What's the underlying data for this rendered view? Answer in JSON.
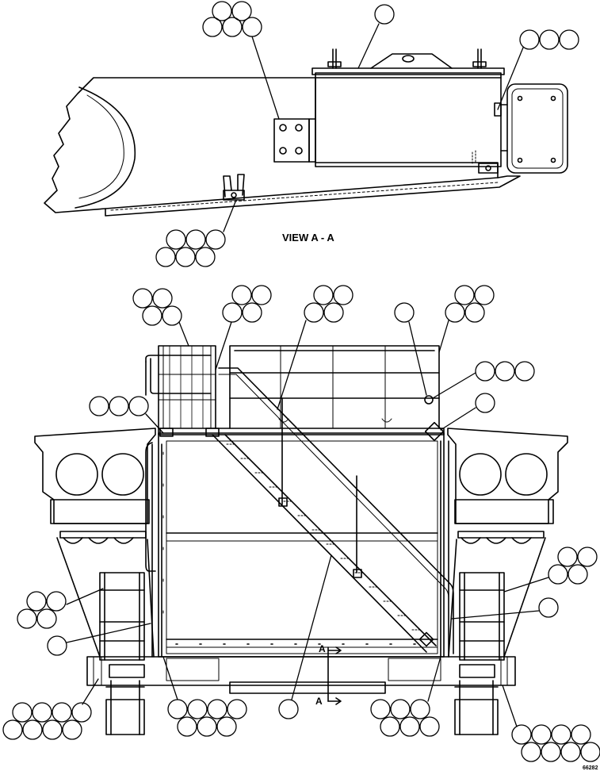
{
  "figure": {
    "view_title": "VIEW A - A",
    "section_marker_top": "A",
    "section_marker_bottom": "A",
    "drawing_number": "66282"
  },
  "colors": {
    "line": "#000000",
    "background": "#ffffff"
  }
}
